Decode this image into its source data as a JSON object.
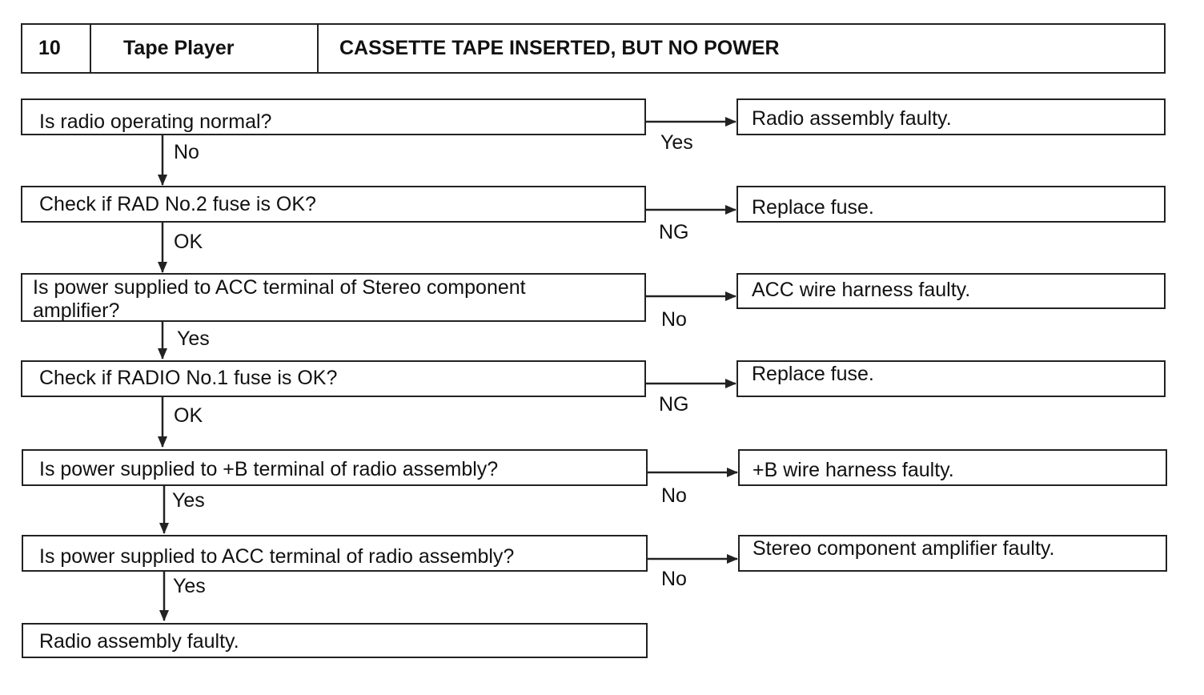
{
  "header": {
    "number": "10",
    "system": "Tape Player",
    "symptom": "CASSETTE TAPE INSERTED, BUT NO POWER"
  },
  "steps": [
    {
      "question": "Is radio operating normal?",
      "branch_label": "Yes",
      "result": "Radio assembly faulty.",
      "down_label": "No"
    },
    {
      "question": "Check if RAD No.2 fuse is OK?",
      "branch_label": "NG",
      "result": "Replace fuse.",
      "down_label": "OK"
    },
    {
      "question_line1": "Is power supplied to ACC terminal of Stereo component",
      "question_line2": "amplifier?",
      "branch_label": "No",
      "result": "ACC wire harness faulty.",
      "down_label": "Yes"
    },
    {
      "question": "Check if RADIO No.1 fuse is OK?",
      "branch_label": "NG",
      "result": "Replace fuse.",
      "down_label": "OK"
    },
    {
      "question": "Is power supplied to +B terminal of radio assembly?",
      "branch_label": "No",
      "result": "+B wire harness faulty.",
      "down_label": "Yes"
    },
    {
      "question": "Is power supplied to ACC terminal of radio assembly?",
      "branch_label": "No",
      "result": "Stereo component amplifier faulty.",
      "down_label": "Yes"
    }
  ],
  "final_result": "Radio assembly faulty."
}
